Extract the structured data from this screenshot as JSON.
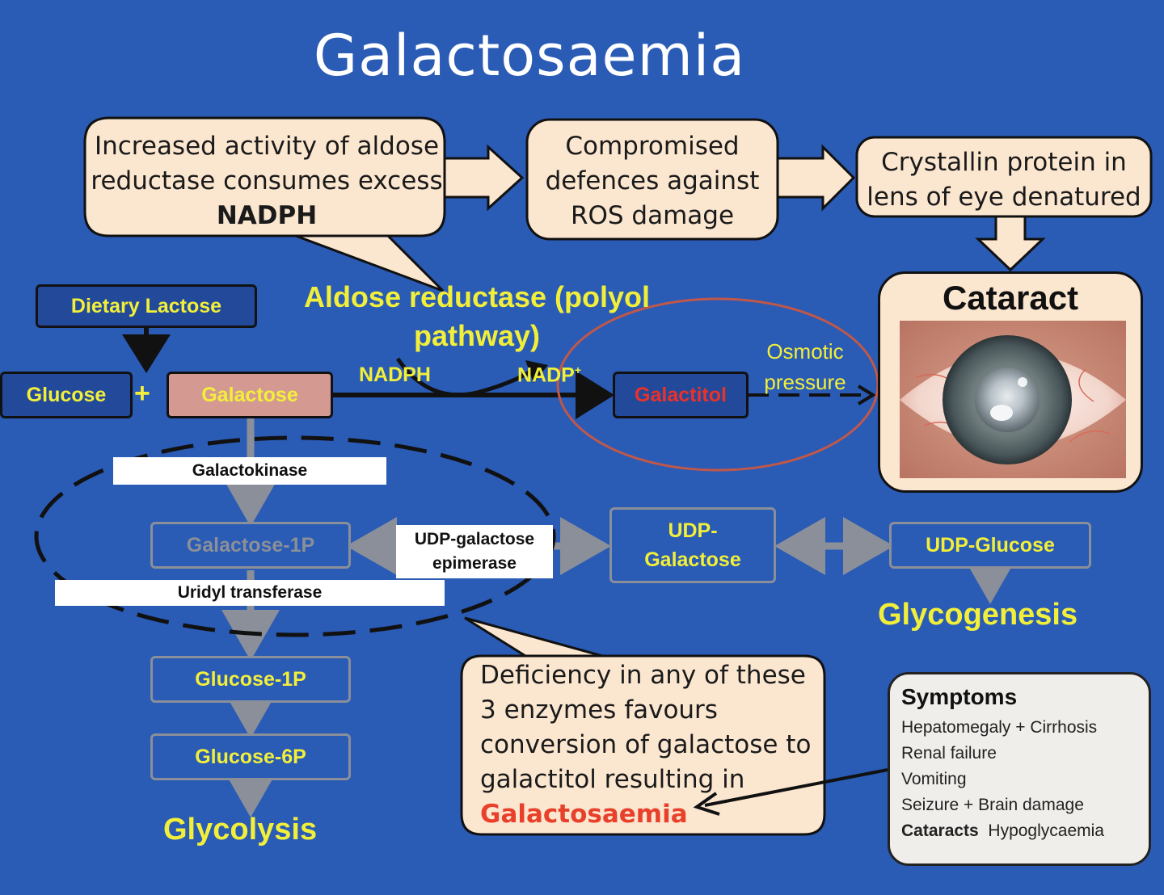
{
  "title": "Galactosaemia",
  "callouts": {
    "aldose": [
      "Increased activity of aldose",
      "reductase consumes excess",
      "NADPH"
    ],
    "defences": [
      "Compromised",
      "defences against",
      "ROS damage"
    ],
    "crystallin": [
      "Crystallin protein in",
      "lens of eye denatured"
    ],
    "deficiency": [
      "Deficiency in any of these",
      "3 enzymes favours",
      "conversion of galactose to",
      "galactitol resulting in",
      "Galactosaemia"
    ]
  },
  "cataract": {
    "label": "Cataract",
    "image": "cataract-eye-photo"
  },
  "pathway": {
    "aldose_reductase": [
      "Aldose reductase (polyol",
      "pathway)"
    ],
    "nadph": "NADPH",
    "nadp": "NADP",
    "nadp_sup": "+",
    "osmotic": [
      "Osmotic",
      "pressure"
    ],
    "plus": "+"
  },
  "boxes": {
    "dietary_lactose": "Dietary Lactose",
    "glucose": "Glucose",
    "galactose": "Galactose",
    "galactitol": "Galactitol",
    "galactose_1p": "Galactose-1P",
    "udp_galactose": [
      "UDP-",
      "Galactose"
    ],
    "udp_glucose": "UDP-Glucose",
    "glucose_1p": "Glucose-1P",
    "glucose_6p": "Glucose-6P"
  },
  "enzymes": {
    "galactokinase": "Galactokinase",
    "epimerase": [
      "UDP-galactose",
      "epimerase"
    ],
    "uridyl_transferase": "Uridyl transferase"
  },
  "outcomes": {
    "glycogenesis": "Glycogenesis",
    "glycolysis": "Glycolysis"
  },
  "symptoms": {
    "title": "Symptoms",
    "items": [
      "Hepatomegaly + Cirrhosis",
      "Renal failure",
      "Vomiting",
      "Seizure + Brain damage"
    ],
    "last_bold": "Cataracts",
    "last_rest": "Hypoglycaemia"
  },
  "colors": {
    "background": "#2a5bb5",
    "callout_fill": "#fbe6d0",
    "label_yellow": "#f2ef3a",
    "galactose_fill": "#d49a92",
    "galactitol_text": "#e8322a",
    "galactosaemia_text": "#e8402a",
    "grey_border": "#8a8f99"
  }
}
